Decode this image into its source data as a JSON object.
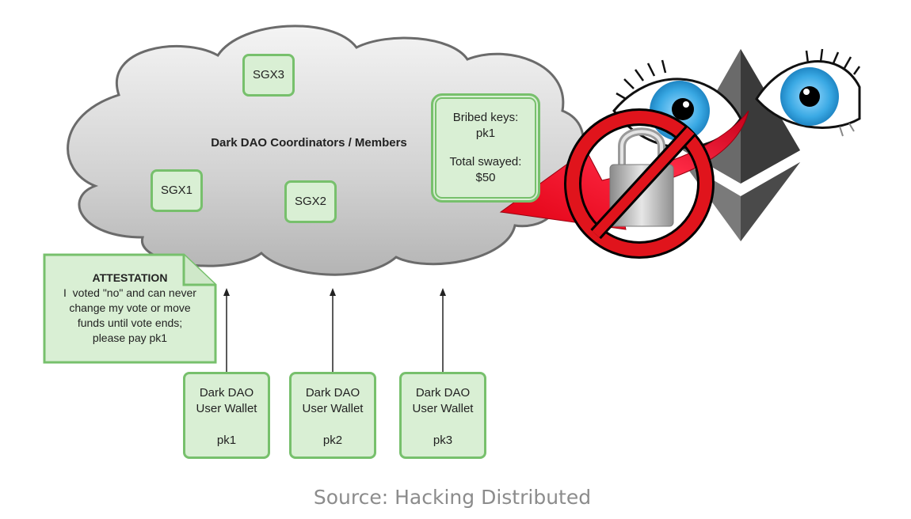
{
  "diagram": {
    "cloud": {
      "title": "Dark DAO Coordinators / Members",
      "nodes": [
        "SGX1",
        "SGX2",
        "SGX3"
      ]
    },
    "bribe_panel": {
      "keys_label": "Bribed keys:",
      "keys_value": "pk1",
      "total_label": "Total swayed:",
      "total_value": "$50"
    },
    "attestation": {
      "heading": "ATTESTATION",
      "lines": [
        "I  voted \"no\" and can never",
        "change my vote or move",
        "funds until vote ends;",
        "please pay pk1"
      ]
    },
    "wallets": [
      {
        "line1": "Dark DAO",
        "line2": "User Wallet",
        "key": "pk1"
      },
      {
        "line1": "Dark DAO",
        "line2": "User Wallet",
        "key": "pk2"
      },
      {
        "line1": "Dark DAO",
        "line2": "User Wallet",
        "key": "pk3"
      }
    ],
    "illustration": {
      "icons": [
        "watching-eyes-icon",
        "ethereum-logo-icon",
        "padlock-icon",
        "prohibition-sign-icon",
        "red-arrow-icon"
      ]
    },
    "colors": {
      "box_fill": "#d9efd4",
      "box_border": "#77c06c",
      "cloud_stroke": "#6b6b6b",
      "prohibit_red": "#e0141c",
      "iris_blue": "#3aa9e4"
    }
  },
  "caption": "Source: Hacking Distributed"
}
